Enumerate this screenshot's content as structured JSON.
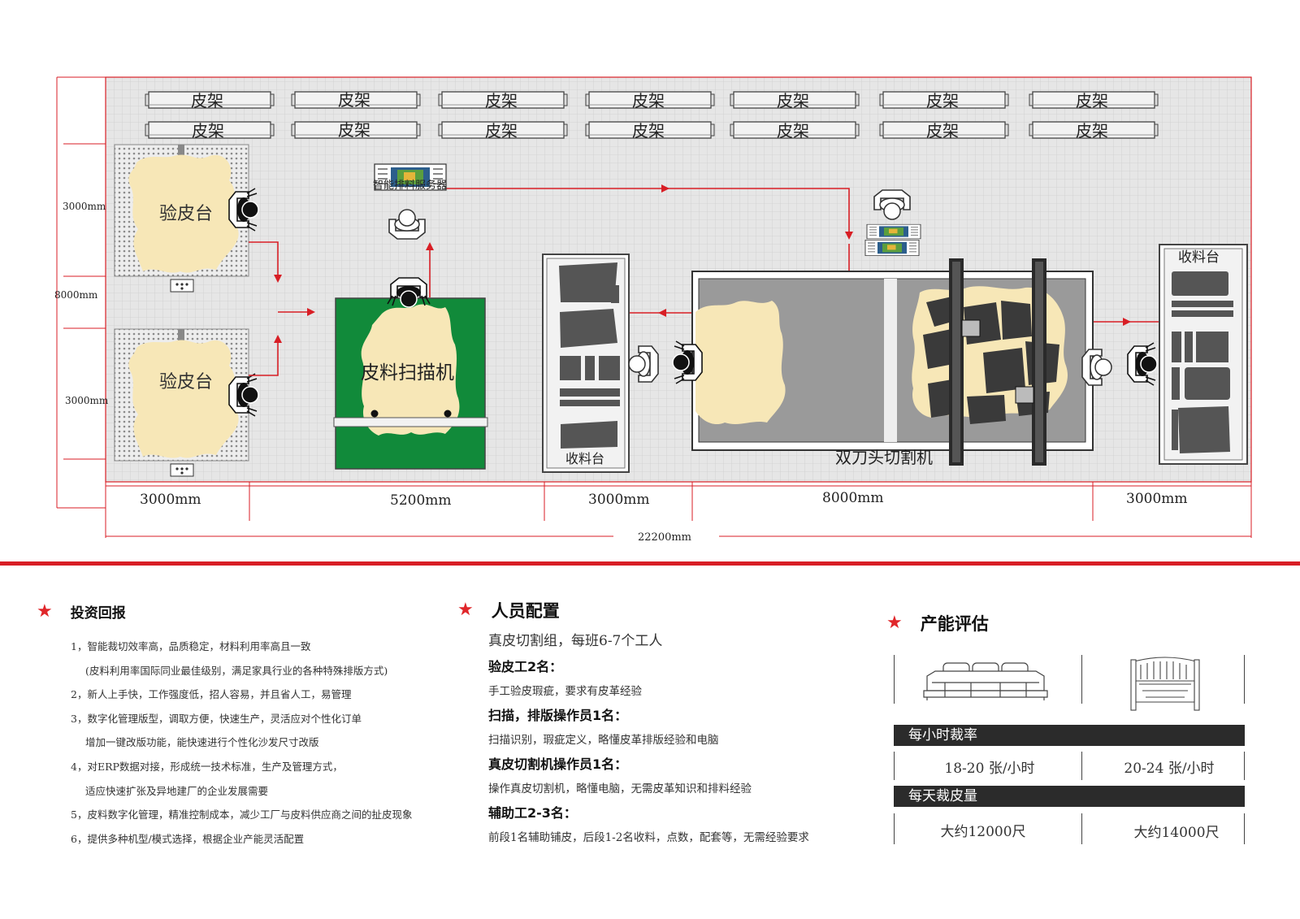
{
  "layout": {
    "racks": [
      "皮架",
      "皮架",
      "皮架",
      "皮架",
      "皮架",
      "皮架",
      "皮架",
      "皮架",
      "皮架",
      "皮架",
      "皮架",
      "皮架",
      "皮架",
      "皮架"
    ],
    "inspection_table_label": "验皮台",
    "scanner_label": "皮料扫描机",
    "server_label": "智能排料服务器",
    "collect_label": "收料台",
    "cutter_label": "双刀头切割机",
    "dims_left": [
      "3000mm",
      "8000mm",
      "3000mm"
    ],
    "dims_bottom": [
      "3000mm",
      "5200mm",
      "3000mm",
      "8000mm",
      "3000mm"
    ],
    "total_width": "22200mm"
  },
  "invest": {
    "title": "投资回报",
    "items": [
      "1，智能裁切效率高，品质稳定，材料利用率高且一致",
      "(皮料利用率国际同业最佳级别，满足家具行业的各种特殊排版方式)",
      "2，新人上手快，工作强度低，招人容易，并且省人工，易管理",
      "3，数字化管理版型，调取方便，快速生产，灵活应对个性化订单",
      "增加一键改版功能，能快速进行个性化沙发尺寸改版",
      "4，对ERP数据对接，形成统一技术标准，生产及管理方式，",
      "适应快速扩张及异地建厂的企业发展需要",
      "5，皮料数字化管理，精准控制成本，减少工厂与皮料供应商之间的扯皮现象",
      "6，提供多种机型/模式选择，根据企业产能灵活配置"
    ]
  },
  "staff": {
    "title": "人员配置",
    "intro": "真皮切割组，每班6-7个工人",
    "roles": [
      {
        "role": "验皮工2名：",
        "desc": "手工验皮瑕疵，要求有皮革经验"
      },
      {
        "role": "扫描，排版操作员1名：",
        "desc": "扫描识别，瑕疵定义，略懂皮革排版经验和电脑"
      },
      {
        "role": "真皮切割机操作员1名：",
        "desc": "操作真皮切割机，略懂电脑，无需皮革知识和排料经验"
      },
      {
        "role": "辅助工2-3名：",
        "desc": "前段1名辅助铺皮，后段1-2名收料，点数，配套等，无需经验要求"
      }
    ]
  },
  "capacity": {
    "title": "产能评估",
    "rate_label": "每小时裁率",
    "rate_values": [
      "18-20 张/小时",
      "20-24 张/小时"
    ],
    "daily_label": "每天裁皮量",
    "daily_values": [
      "大约12000尺",
      "大约14000尺"
    ]
  },
  "colors": {
    "accent_red": "#e0262a",
    "floor_grey": "#e4e4e4",
    "scanner_green": "#118a3a",
    "leather_beige": "#f7e7b7",
    "bar_dark": "#2b2b2b"
  }
}
